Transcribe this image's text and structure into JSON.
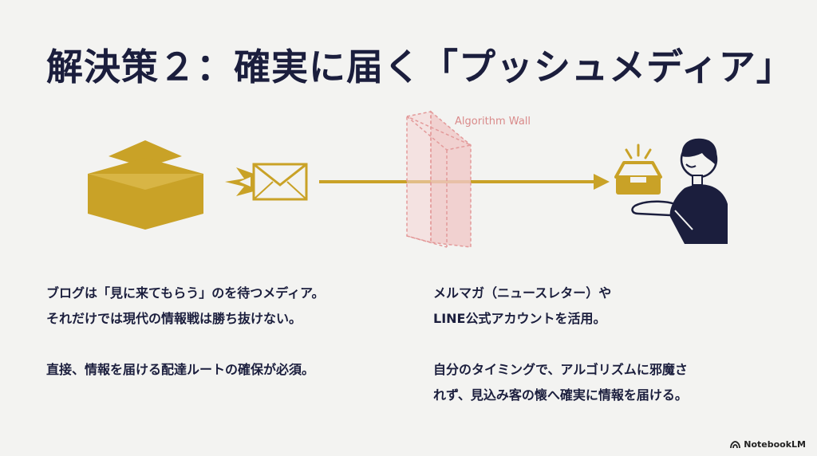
{
  "slide": {
    "title": "解決策２：確実に届く「プッシュメディア」",
    "wall_label": "Algorithm Wall",
    "left_column": {
      "line1": "ブログは「見に来てもらう」のを待つメディア。",
      "line2": "それだけでは現代の情報戦は勝ち抜けない。",
      "line3": "直接、情報を届ける配達ルートの確保が必須。"
    },
    "right_column": {
      "line1": "メルマガ（ニュースレター）や",
      "line2": "LINE公式アカウントを活用。",
      "line3": "自分のタイミングで、アルゴリズムに邪魔さ",
      "line4": "れず、見込み客の懐へ確実に情報を届ける。"
    },
    "brand": "NotebookLM"
  },
  "icons": {
    "sender": "building-block-icon",
    "message": "rocket-envelope-icon",
    "barrier": "algorithm-wall-icon",
    "inbox": "inbox-tray-icon",
    "recipient": "person-icon"
  },
  "colors": {
    "title": "#1b1e3d",
    "gold": "#c9a227",
    "wall": "#e8a0a0",
    "background": "#f3f3f1"
  }
}
